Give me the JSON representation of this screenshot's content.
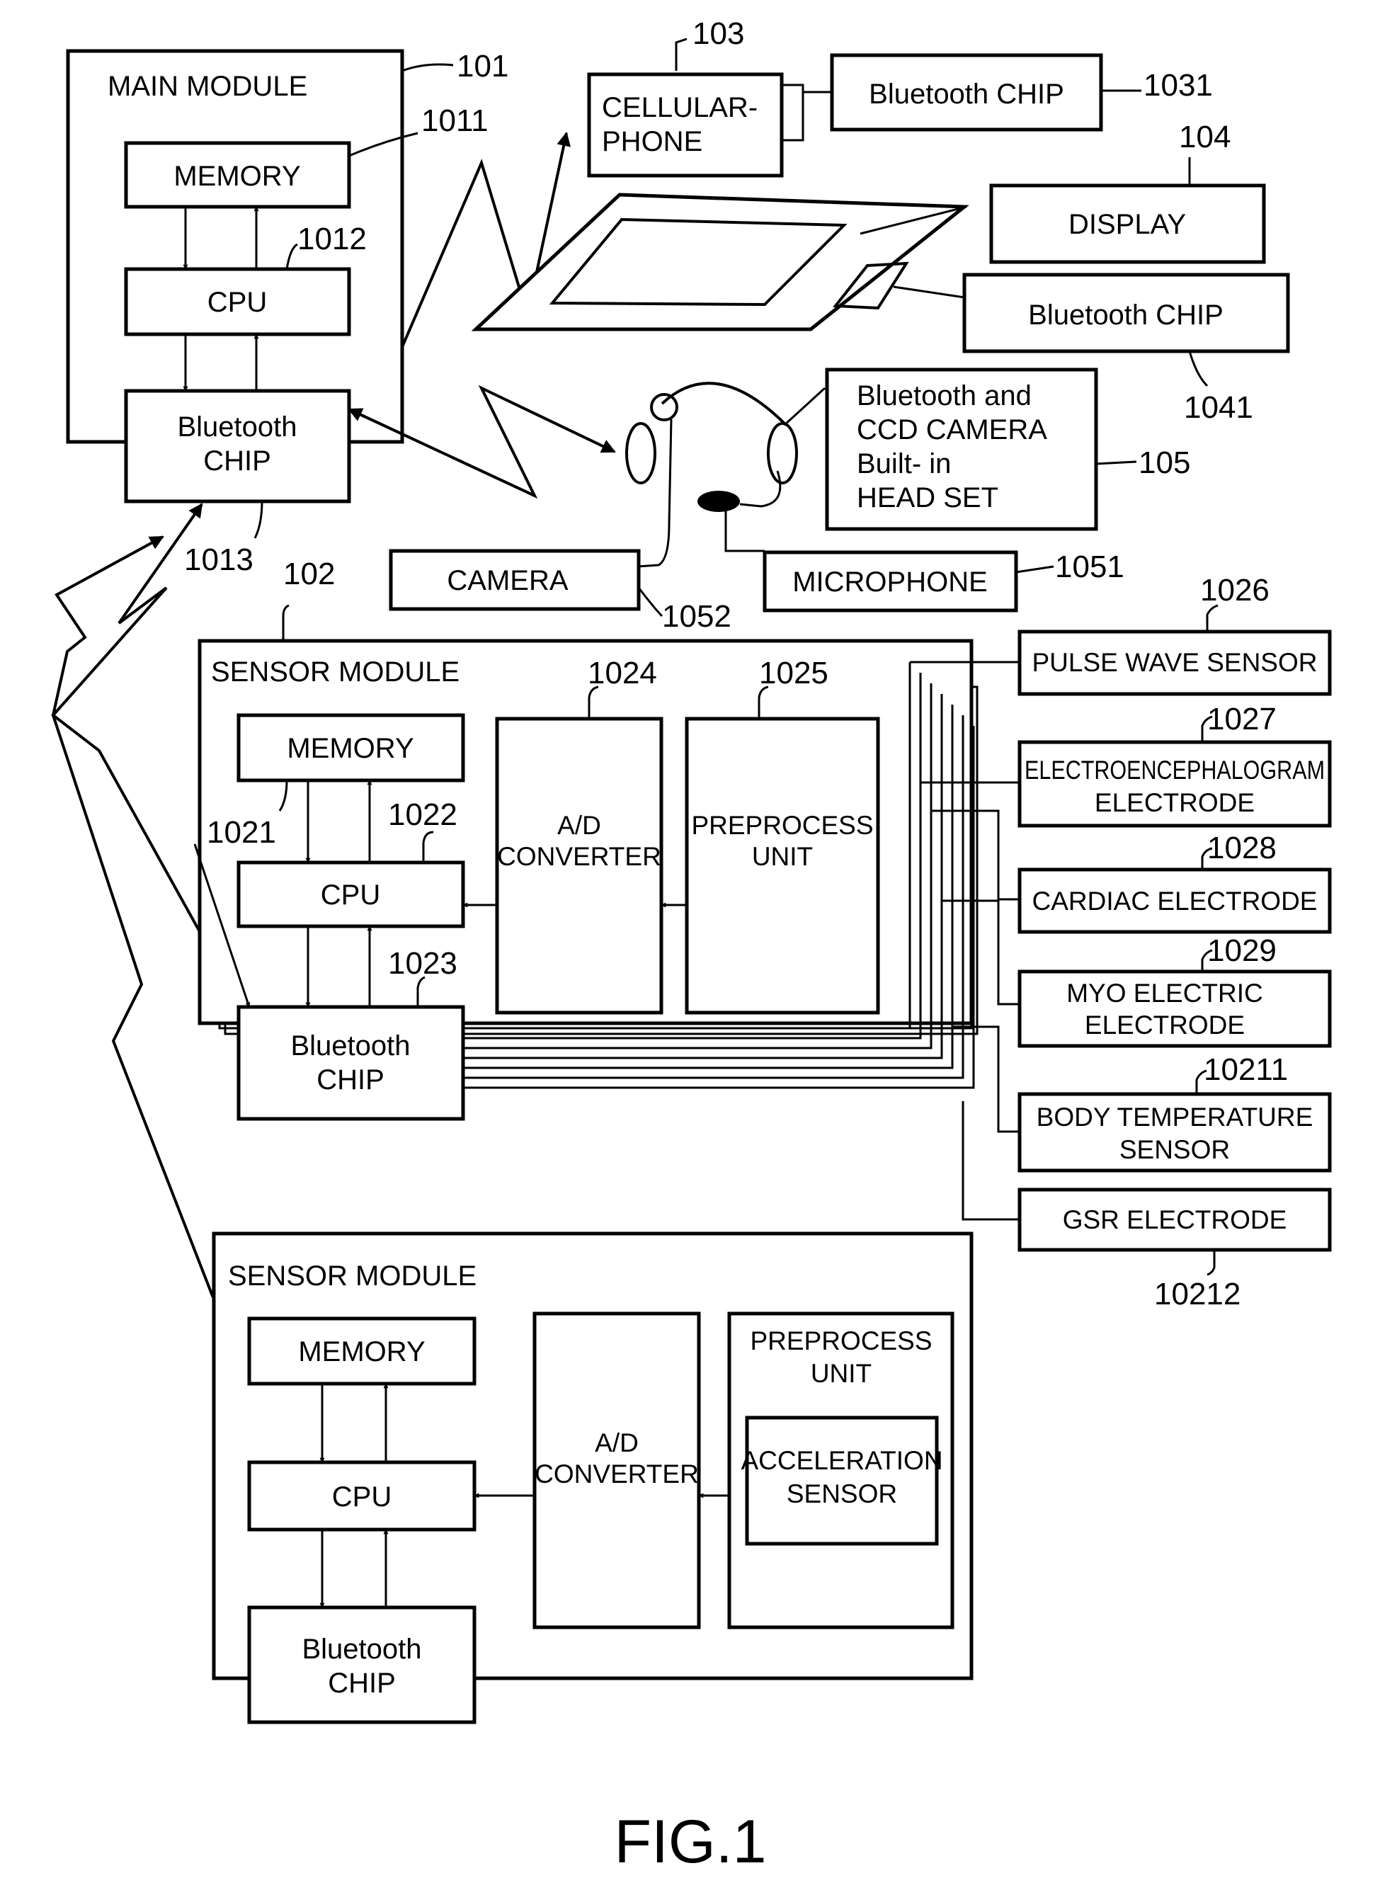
{
  "labels": {
    "main_module": "MAIN MODULE",
    "memory": "MEMORY",
    "cpu": "CPU",
    "bt_chip_l1": "Bluetooth",
    "bt_chip_l2": "CHIP",
    "cellular_l1": "CELLULAR-",
    "cellular_l2": "PHONE",
    "bluetooth_chip": "Bluetooth CHIP",
    "display": "DISPLAY",
    "headset_l1": "Bluetooth and",
    "headset_l2": "CCD CAMERA",
    "headset_l3": "Built- in",
    "headset_l4": "HEAD SET",
    "camera": "CAMERA",
    "microphone": "MICROPHONE",
    "sensor_module": "SENSOR MODULE",
    "ad_l1": "A/D",
    "ad_l2": "CONVERTER",
    "preprocess_l1": "PREPROCESS",
    "preprocess_l2": "UNIT",
    "pulse_wave_sensor": "PULSE WAVE SENSOR",
    "eeg_l1": "ELECTROENCEPHALOGRAM",
    "eeg_l2": "ELECTRODE",
    "cardiac_electrode": "CARDIAC ELECTRODE",
    "myo_l1": "MYO ELECTRIC",
    "myo_l2": "ELECTRODE",
    "body_temp_l1": "BODY TEMPERATURE",
    "body_temp_l2": "SENSOR",
    "gsr_electrode": "GSR ELECTRODE",
    "accel_l1": "ACCELERATION",
    "accel_l2": "SENSOR"
  },
  "refs": {
    "r101": "101",
    "r1011": "1011",
    "r1012": "1012",
    "r1013": "1013",
    "r102": "102",
    "r103": "103",
    "r1031": "1031",
    "r104": "104",
    "r1041": "1041",
    "r105": "105",
    "r1051": "1051",
    "r1052": "1052",
    "r1021": "1021",
    "r1022": "1022",
    "r1023": "1023",
    "r1024": "1024",
    "r1025": "1025",
    "r1026": "1026",
    "r1027": "1027",
    "r1028": "1028",
    "r1029": "1029",
    "r10211": "10211",
    "r10212": "10212"
  },
  "figure_label": "FIG.1"
}
